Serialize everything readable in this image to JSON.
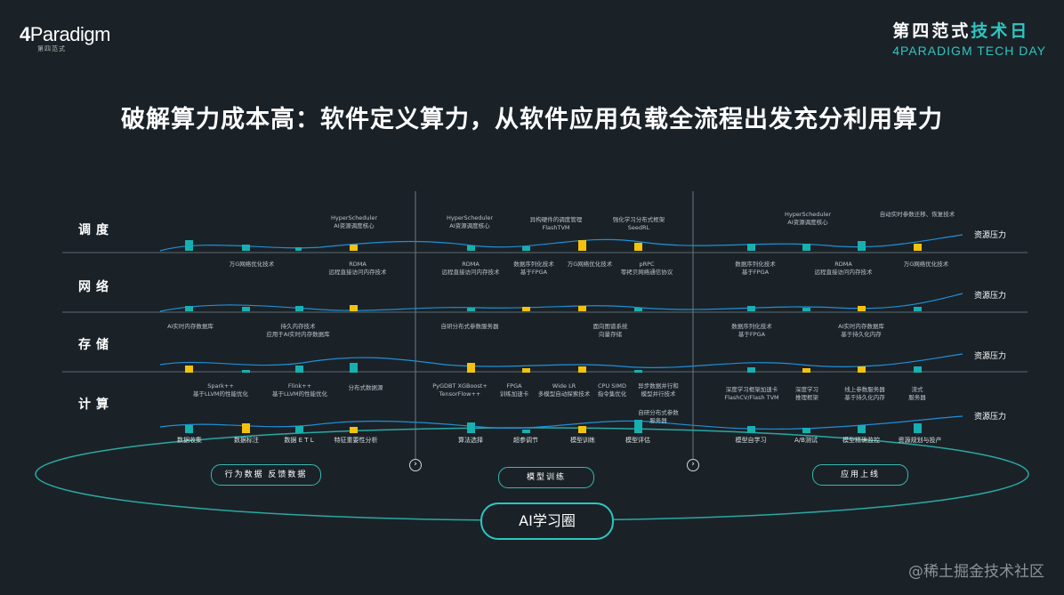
{
  "header": {
    "logo_main": "Paradigm",
    "logo_digit": "4",
    "logo_sub": "第四范式",
    "event_cn_a": "第四范式",
    "event_cn_b": "技术日",
    "event_en": "4PARADIGM TECH DAY"
  },
  "title": "破解算力成本高：软件定义算力，从软件应用负载全流程出发充分利用算力",
  "rows": [
    {
      "label": "调度",
      "pressure": "资源压力"
    },
    {
      "label": "网络",
      "pressure": "资源压力"
    },
    {
      "label": "存储",
      "pressure": "资源压力"
    },
    {
      "label": "计算",
      "pressure": "资源压力"
    }
  ],
  "notes": {
    "sched": [
      [
        "HyperScheduler",
        "AI资源调度核心"
      ],
      [
        "HyperScheduler",
        "AI资源调度核心"
      ],
      [
        "异构硬件的调度管理",
        "FlashTVM"
      ],
      [
        "强化学习分布式框架",
        "SeedRL"
      ],
      [
        "HyperScheduler",
        "AI资源调度核心"
      ],
      [
        "自动实时参数迁移、恢复技术"
      ]
    ],
    "net": [
      [
        "万G网络优化技术"
      ],
      [
        "RDMA",
        "远程直接访问内存技术"
      ],
      [
        "RDMA",
        "远程直接访问内存技术"
      ],
      [
        "数据序列化技术",
        "基于FPGA"
      ],
      [
        "万G网络优化技术"
      ],
      [
        "pRPC",
        "零拷贝网络通信协议"
      ],
      [
        "数据序列化技术",
        "基于FPGA"
      ],
      [
        "RDMA",
        "远程直接访问内存技术"
      ],
      [
        "万G网络优化技术"
      ]
    ],
    "store": [
      [
        "AI实时内存数据库"
      ],
      [
        "持久内存技术",
        "应用于AI实时内存数据库"
      ],
      [
        "自研分布式参数服务器"
      ],
      [
        "面向图谱系统",
        "向量存储"
      ],
      [
        "数据序列化技术",
        "基于FPGA"
      ],
      [
        "AI实时内存数据库",
        "基于持久化内存"
      ]
    ],
    "comp": [
      [
        "Spark++",
        "基于LLVM的性能优化"
      ],
      [
        "Flink++",
        "基于LLVM的性能优化"
      ],
      [
        "分布式数据源"
      ],
      [
        "PyGDBT XGBoost+",
        "TensorFlow++"
      ],
      [
        "FPGA",
        "训练加速卡"
      ],
      [
        "Wide LR",
        "多模型自动探索技术"
      ],
      [
        "CPU SIMD",
        "指令集优化"
      ],
      [
        "异步数据并行和",
        "模型并行技术"
      ],
      [
        "自研分布式参数",
        "服务器"
      ],
      [
        "深度学习框架加速卡",
        "FlashCV/Flash TVM"
      ],
      [
        "深度学习",
        "推理框架"
      ],
      [
        "线上参数服务器",
        "基于持久化内存"
      ],
      [
        "流式",
        "服务器"
      ]
    ]
  },
  "steps": [
    "数据收集",
    "数据标注",
    "数据 E T L",
    "特征重要性分析",
    "算法选择",
    "超参调节",
    "模型训练",
    "模型评估",
    "模型自学习",
    "A/B测试",
    "模型精确监控",
    "资源规划与投产"
  ],
  "phases": [
    "行为数据  反馈数据",
    "模型训练",
    "应用上线"
  ],
  "loop_label": "AI学习圈",
  "watermark": "@稀土掘金技术社区",
  "colors": {
    "accent": "#2ec6c0",
    "teal": "#17b0b0",
    "gold": "#f4c20d",
    "background": "#1a2228"
  }
}
